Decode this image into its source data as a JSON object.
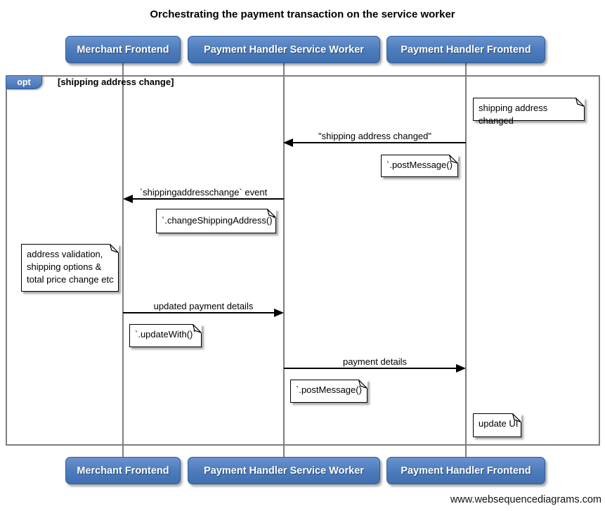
{
  "title": "Orchestrating the payment transaction on the service worker",
  "watermark": "www.websequencediagrams.com",
  "actors": [
    {
      "label": "Merchant Frontend"
    },
    {
      "label": "Payment Handler Service Worker"
    },
    {
      "label": "Payment Handler Frontend"
    }
  ],
  "fragment": {
    "operator": "opt",
    "condition": "[shipping address change]"
  },
  "messages": [
    {
      "label": "\"shipping address changed\"",
      "from": "Payment Handler Frontend",
      "to": "Payment Handler Service Worker"
    },
    {
      "label": "`shippingaddresschange` event",
      "from": "Payment Handler Service Worker",
      "to": "Merchant Frontend"
    },
    {
      "label": "updated payment details",
      "from": "Merchant Frontend",
      "to": "Payment Handler Service Worker"
    },
    {
      "label": "payment details",
      "from": "Payment Handler Service Worker",
      "to": "Payment Handler Frontend"
    }
  ],
  "notes": [
    {
      "text": "shipping address changed",
      "anchor": "Payment Handler Frontend"
    },
    {
      "text": "`.postMessage()`",
      "anchor": "Payment Handler Frontend"
    },
    {
      "text": "`.changeShippingAddress()`",
      "anchor": "Merchant Frontend"
    },
    {
      "text": "address validation,\nshipping options &\ntotal price change etc",
      "anchor": "Merchant Frontend"
    },
    {
      "text": "`.updateWith()`",
      "anchor": "Merchant Frontend"
    },
    {
      "text": "`.postMessage()`",
      "anchor": "Payment Handler Service Worker"
    },
    {
      "text": "update UI",
      "anchor": "Payment Handler Frontend"
    }
  ],
  "colors": {
    "actor_fill": "#4d7dbe",
    "actor_border": "#2e5c9e",
    "frame_border": "#7e7e7e",
    "note_fill": "#ffffff",
    "line": "#000000",
    "background": "#ffffff"
  }
}
